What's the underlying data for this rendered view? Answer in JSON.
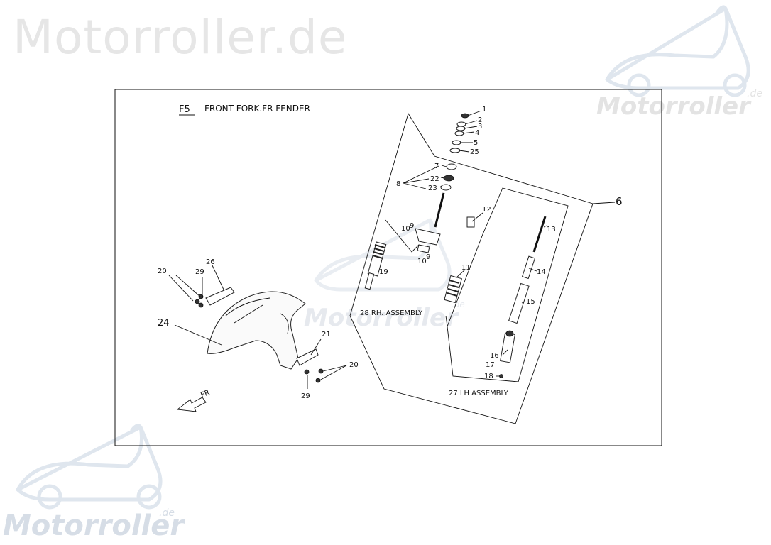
{
  "watermark": {
    "title": "Motorroller.de",
    "logo_text": "Motorroller",
    "logo_suffix": ".de"
  },
  "diagram": {
    "code": "F5",
    "title": "FRONT FORK.FR FENDER",
    "direction_label": "FR",
    "assembly_labels": {
      "rh": "28 RH. ASSEMBLY",
      "lh": "27 LH ASSEMBLY"
    },
    "callouts": {
      "c1": "1",
      "c2": "2",
      "c3": "3",
      "c4": "4",
      "c5": "5",
      "c25": "25",
      "c7": "7",
      "c8": "8",
      "c22": "22",
      "c23": "23",
      "c6": "6",
      "c12": "12",
      "c13": "13",
      "c10a": "10",
      "c9a": "9",
      "c9b": "9",
      "c10b": "10",
      "c19": "19",
      "c11": "11",
      "c14": "14",
      "c15": "15",
      "c16": "16",
      "c17": "17",
      "c18": "18",
      "c20a": "20",
      "c29a": "29",
      "c26": "26",
      "c24": "24",
      "c21": "21",
      "c20b": "20",
      "c29b": "29"
    }
  },
  "colors": {
    "line": "#111111",
    "watermark_light": "#e6e6e6",
    "watermark_blue": "#d6dde6"
  }
}
